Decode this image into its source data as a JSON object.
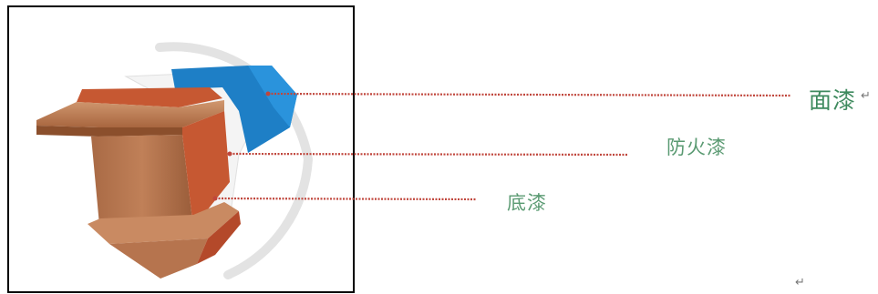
{
  "labels": {
    "topcoat": "面漆",
    "fireproof_coat": "防火漆",
    "primer": "底漆"
  },
  "paragraph_mark": "↵",
  "colors": {
    "leader_line": "#c0463c",
    "label_text": "#3e8a5e",
    "steel_face": "#b6744e",
    "steel_side": "#8b4f2c",
    "steel_top": "#cf9168",
    "primer_layer": "#c65832",
    "fireproof_layer": "#ffffff",
    "topcoat_layer": "#1e7fc6",
    "frame": "#000000"
  }
}
